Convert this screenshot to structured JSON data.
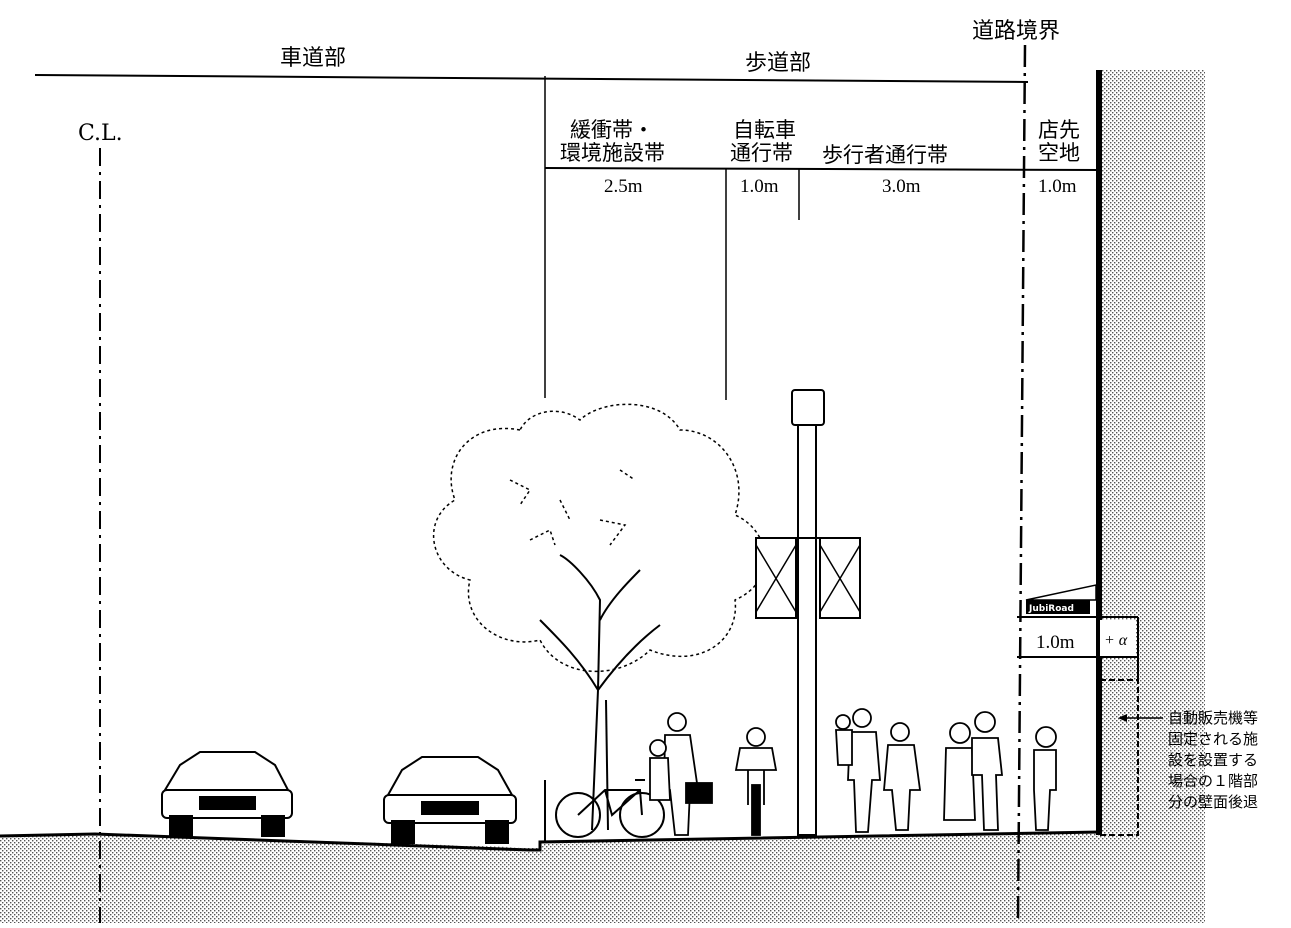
{
  "sections": {
    "road_boundary": "道路境界",
    "roadway": "車道部",
    "sidewalk": "歩道部",
    "centerline": "C.L."
  },
  "zones": [
    {
      "label_line1": "緩衝帯・",
      "label_line2": "環境施設帯",
      "width": "2.5m"
    },
    {
      "label_line1": "自転車",
      "label_line2": "通行帯",
      "width": "1.0m"
    },
    {
      "label_line1": "",
      "label_line2": "歩行者通行帯",
      "width": "3.0m"
    },
    {
      "label_line1": "店先",
      "label_line2": "空地",
      "width": "1.0m"
    }
  ],
  "setback": {
    "width": "1.0m",
    "extra": "+ α"
  },
  "shop_sign": "JubiRoad",
  "note": {
    "lines": [
      "自動販売機等",
      "固定される施",
      "設を設置する",
      "場合の１階部",
      "分の壁面後退"
    ]
  }
}
